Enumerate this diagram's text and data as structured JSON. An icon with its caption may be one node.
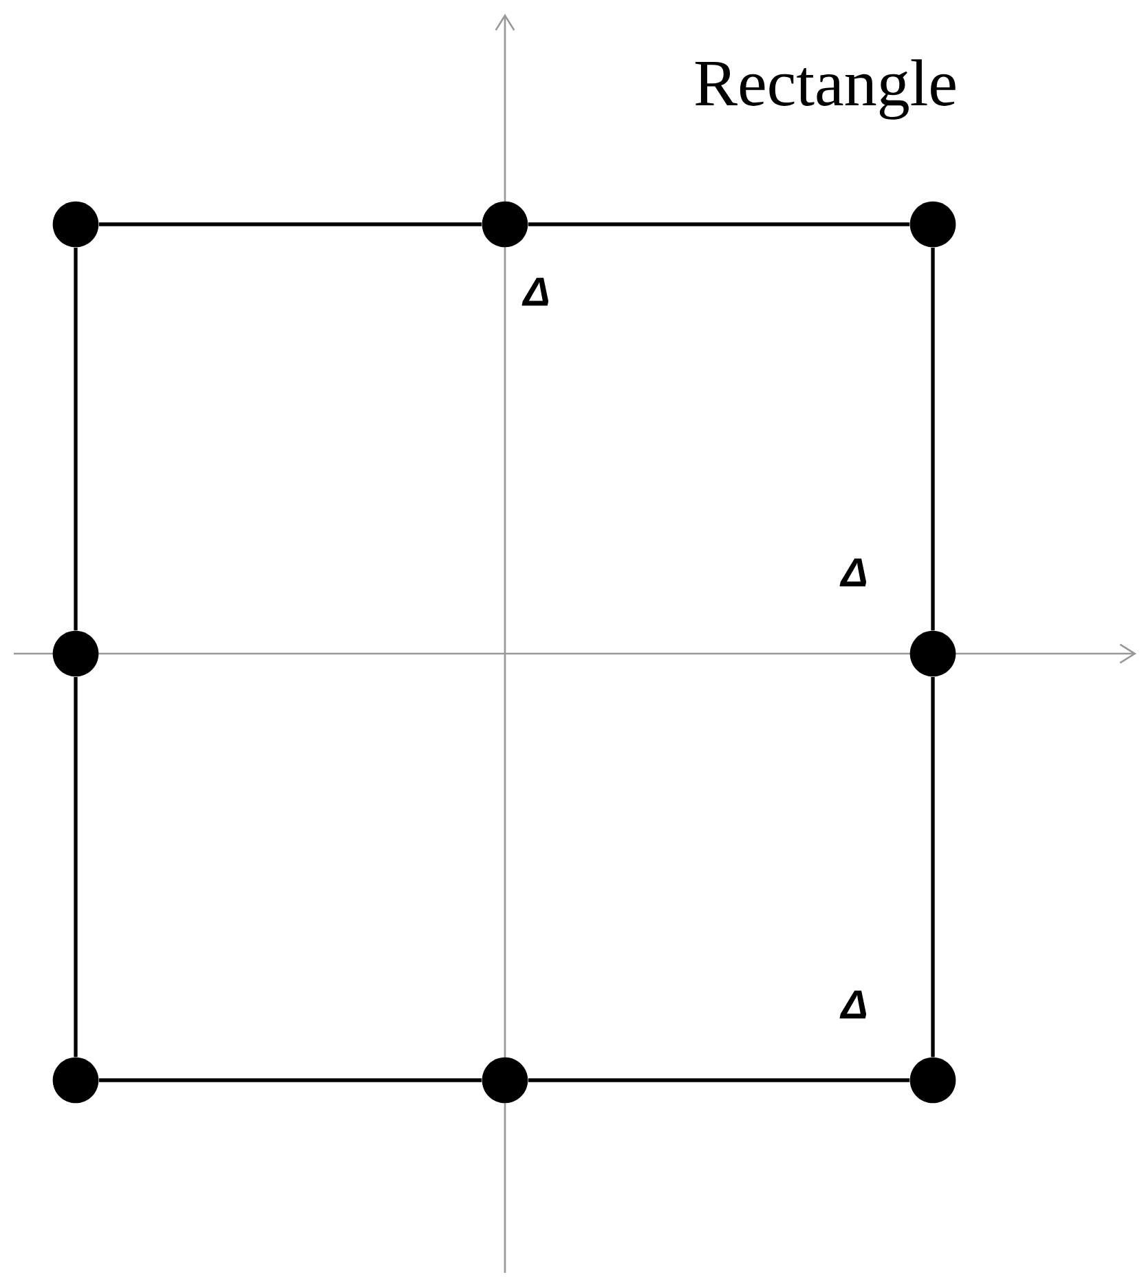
{
  "diagram": {
    "title": "Rectangle",
    "nodes": [
      {
        "text": [],
        "shape": "circle"
      },
      {
        "text": [],
        "shape": "circle"
      },
      {
        "text": [],
        "shape": "circle"
      },
      {
        "text": [],
        "shape": "circle"
      },
      {
        "text": [],
        "shape": "circle"
      },
      {
        "text": [],
        "shape": "circle"
      },
      {
        "text": [],
        "shape": "circle"
      },
      {
        "text": [],
        "shape": "circle"
      }
    ],
    "edges": [
      {
        "from": 0,
        "to": 1,
        "arrow": "none"
      },
      {
        "from": 1,
        "to": 2,
        "arrow": "none"
      },
      {
        "from": 2,
        "to": 4,
        "arrow": "none"
      },
      {
        "from": 4,
        "to": 7,
        "arrow": "none"
      },
      {
        "from": 7,
        "to": 6,
        "arrow": "none"
      },
      {
        "from": 6,
        "to": 5,
        "arrow": "none"
      },
      {
        "from": 5,
        "to": 3,
        "arrow": "none"
      },
      {
        "from": 3,
        "to": 0,
        "arrow": "none"
      }
    ],
    "labels": [
      "Δ",
      "Δ",
      "Δ"
    ]
  }
}
